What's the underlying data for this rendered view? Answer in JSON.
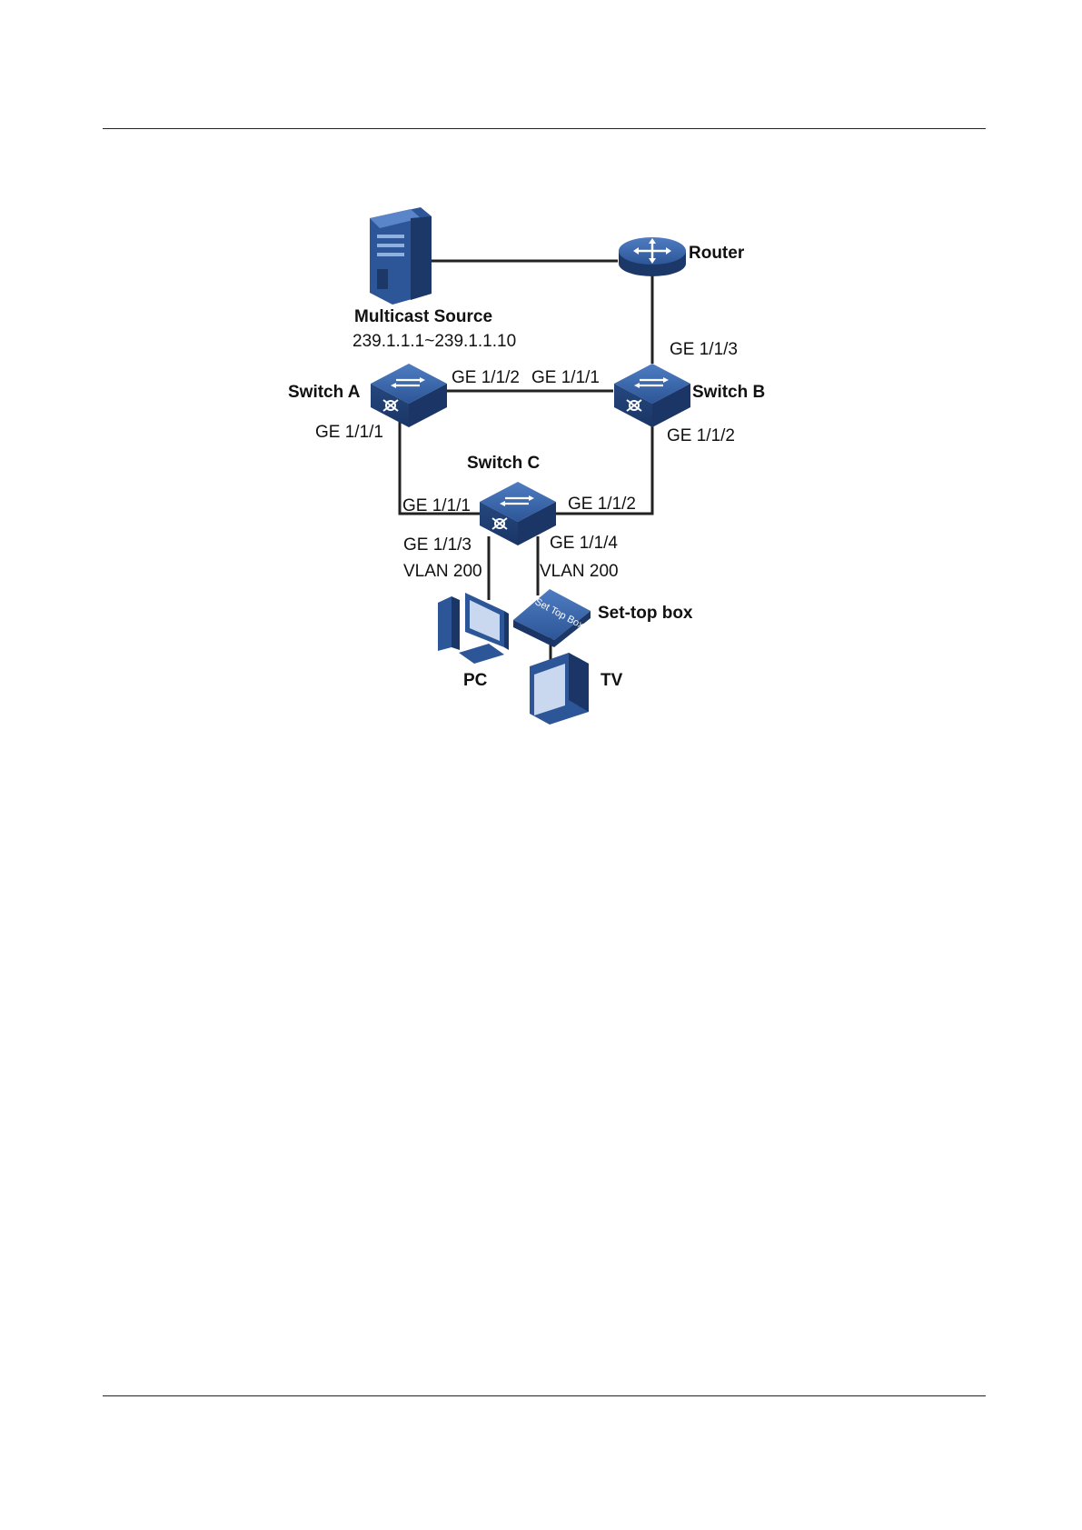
{
  "diagram": {
    "nodes": {
      "multicast_source": {
        "label": "Multicast Source",
        "address": "239.1.1.1~239.1.1.10"
      },
      "router": {
        "label": "Router"
      },
      "switch_a": {
        "label": "Switch A"
      },
      "switch_b": {
        "label": "Switch B"
      },
      "switch_c": {
        "label": "Switch C"
      },
      "set_top_box": {
        "label": "Set-top box",
        "device_text": "Set Top Box"
      },
      "pc": {
        "label": "PC"
      },
      "tv": {
        "label": "TV"
      }
    },
    "ports": {
      "a_ge112": "GE 1/1/2",
      "a_ge111": "GE 1/1/1",
      "b_ge111": "GE 1/1/1",
      "b_ge113": "GE 1/1/3",
      "b_ge112": "GE 1/1/2",
      "c_ge111": "GE 1/1/1",
      "c_ge112": "GE 1/1/2",
      "c_ge113": "GE 1/1/3",
      "c_ge114": "GE 1/1/4"
    },
    "vlans": {
      "pc_vlan": "VLAN 200",
      "stb_vlan": "VLAN 200"
    }
  },
  "colors": {
    "device_dark": "#1f3d73",
    "device_mid": "#2c5697",
    "device_light": "#4a74b8"
  }
}
